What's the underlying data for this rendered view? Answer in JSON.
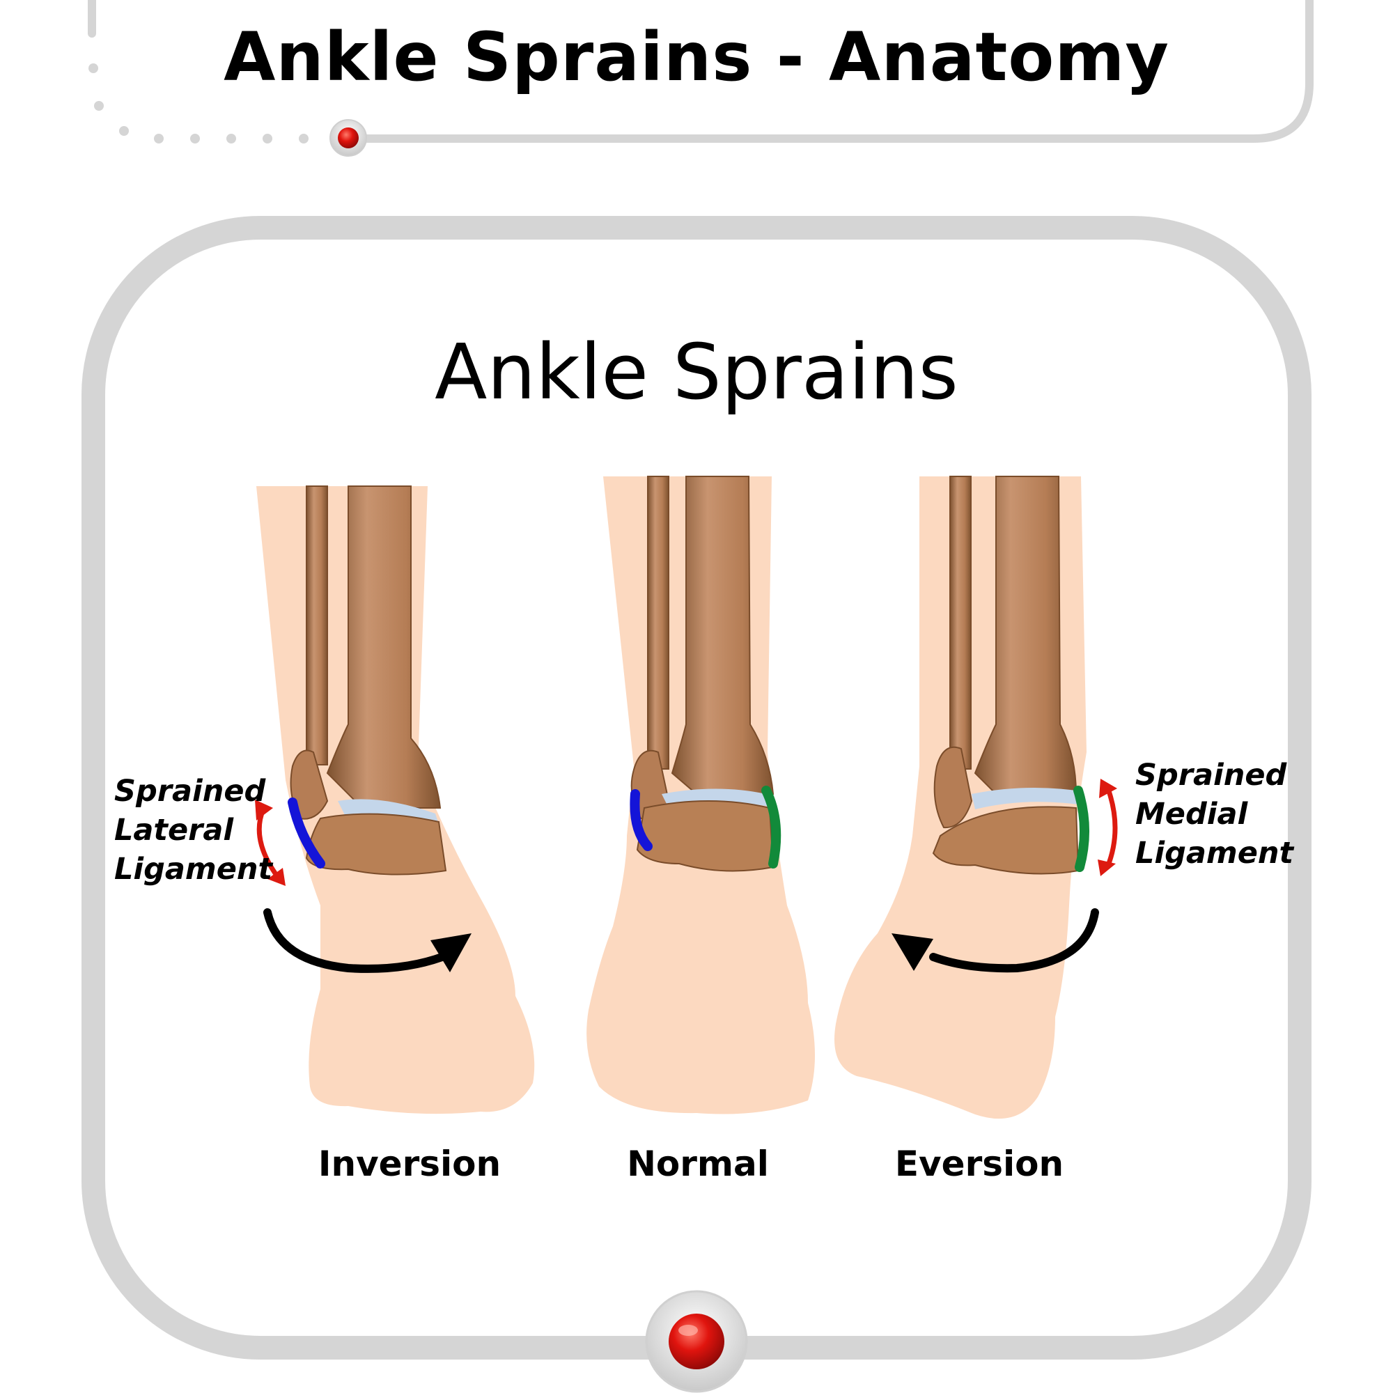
{
  "header": {
    "title": "Ankle Sprains - Anatomy"
  },
  "panel": {
    "title": "Ankle Sprains",
    "captions": {
      "inversion": "Inversion",
      "normal": "Normal",
      "eversion": "Eversion"
    },
    "labels": {
      "lateral": [
        "Sprained",
        "Lateral",
        "Ligament"
      ],
      "medial": [
        "Sprained",
        "Medial",
        "Ligament"
      ]
    }
  },
  "colors": {
    "skin": "#FCD9C0",
    "bone": "#C8926A",
    "bone_dark": "#8A5A35",
    "cartilage": "#C4D6EA",
    "lateral_ligament": "#1414D8",
    "medial_ligament": "#128A3A",
    "stretch_arrow": "#DD1A10",
    "rotation_arrow": "#000000",
    "frame": "#D5D5D5",
    "knob": "#D8100C"
  }
}
